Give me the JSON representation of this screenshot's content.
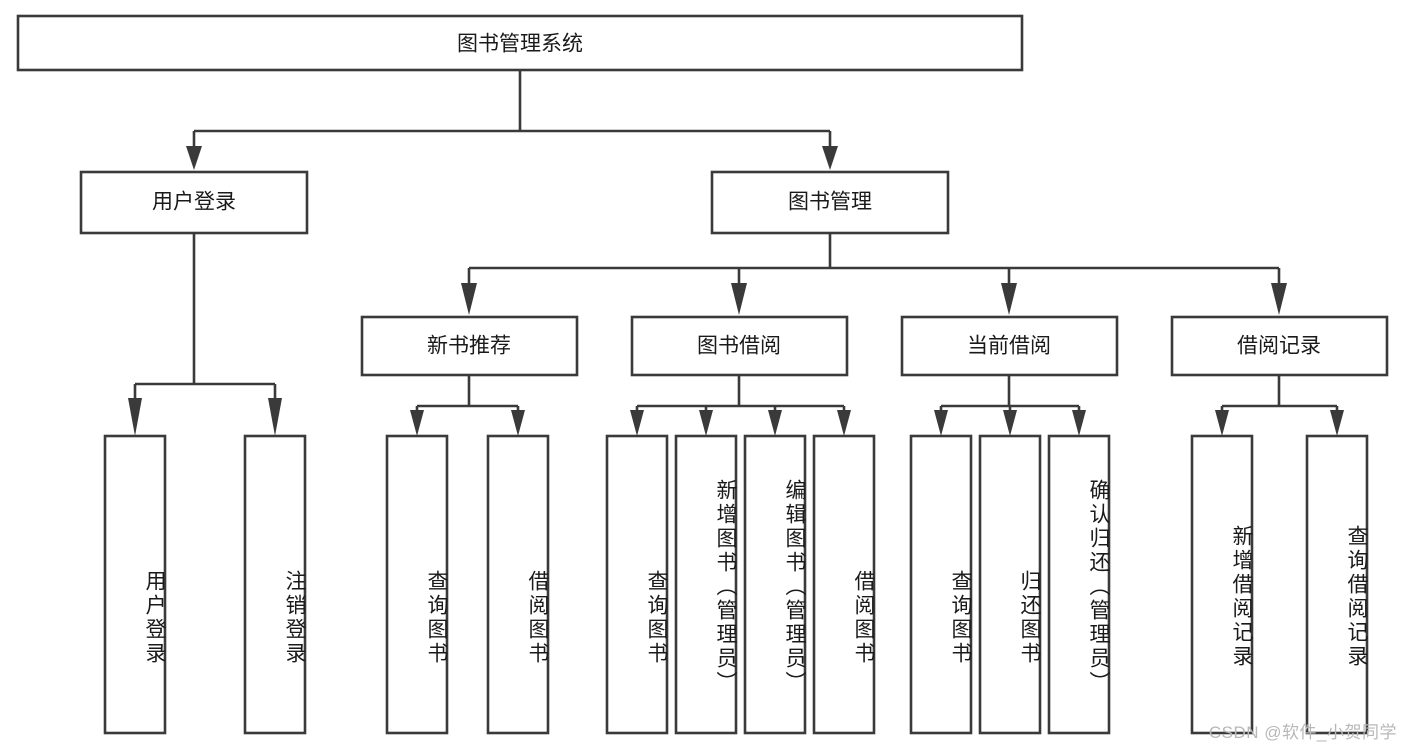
{
  "diagram": {
    "title": "图书管理系统",
    "type": "hierarchy-tree",
    "root": {
      "id": "root",
      "label": "图书管理系统",
      "orientation": "horizontal"
    },
    "level2": [
      {
        "id": "user-login",
        "label": "用户登录",
        "orientation": "horizontal"
      },
      {
        "id": "book-management",
        "label": "图书管理",
        "orientation": "horizontal"
      }
    ],
    "level3": [
      {
        "id": "new-book-recommend",
        "label": "新书推荐",
        "orientation": "horizontal",
        "parent": "book-management"
      },
      {
        "id": "book-borrow",
        "label": "图书借阅",
        "orientation": "horizontal",
        "parent": "book-management"
      },
      {
        "id": "current-borrow",
        "label": "当前借阅",
        "orientation": "horizontal",
        "parent": "book-management"
      },
      {
        "id": "borrow-record",
        "label": "借阅记录",
        "orientation": "horizontal",
        "parent": "book-management"
      }
    ],
    "leaves": [
      {
        "id": "leaf-user-login",
        "label": "用户登录",
        "orientation": "vertical",
        "parent": "user-login"
      },
      {
        "id": "leaf-user-logout",
        "label": "注销登录",
        "orientation": "vertical",
        "parent": "user-login"
      },
      {
        "id": "leaf-query-book-1",
        "label": "查询图书",
        "orientation": "vertical",
        "parent": "new-book-recommend"
      },
      {
        "id": "leaf-borrow-book-1",
        "label": "借阅图书",
        "orientation": "vertical",
        "parent": "new-book-recommend"
      },
      {
        "id": "leaf-query-book-2",
        "label": "查询图书",
        "orientation": "vertical",
        "parent": "book-borrow"
      },
      {
        "id": "leaf-add-book",
        "label": "新增图书（管理员）",
        "orientation": "vertical",
        "parent": "book-borrow"
      },
      {
        "id": "leaf-edit-book",
        "label": "编辑图书（管理员）",
        "orientation": "vertical",
        "parent": "book-borrow"
      },
      {
        "id": "leaf-borrow-book-2",
        "label": "借阅图书",
        "orientation": "vertical",
        "parent": "book-borrow"
      },
      {
        "id": "leaf-query-book-3",
        "label": "查询图书",
        "orientation": "vertical",
        "parent": "current-borrow"
      },
      {
        "id": "leaf-return-book",
        "label": "归还图书",
        "orientation": "vertical",
        "parent": "current-borrow"
      },
      {
        "id": "leaf-confirm-return",
        "label": "确认归还（管理员）",
        "orientation": "vertical",
        "parent": "current-borrow"
      },
      {
        "id": "leaf-add-record",
        "label": "新增借阅记录",
        "orientation": "vertical",
        "parent": "borrow-record"
      },
      {
        "id": "leaf-query-record",
        "label": "查询借阅记录",
        "orientation": "vertical",
        "parent": "borrow-record"
      }
    ]
  },
  "watermark": {
    "text": "CSDN @软件_小贺同学"
  },
  "colors": {
    "box_stroke": "#3a3a3a",
    "box_fill": "#ffffff",
    "text": "#1a1a1a",
    "background": "#ffffff",
    "watermark": "#b8b8b8"
  }
}
